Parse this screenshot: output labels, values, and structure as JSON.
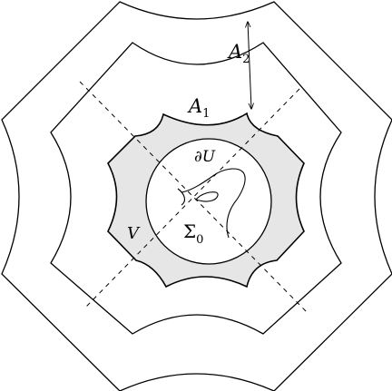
{
  "labels": {
    "A2": {
      "main": "A",
      "sub": "2"
    },
    "A1": {
      "main": "A",
      "sub": "1"
    },
    "dU": "∂U",
    "V": "V",
    "Sigma0": {
      "main": "Σ",
      "sub": "0"
    }
  }
}
